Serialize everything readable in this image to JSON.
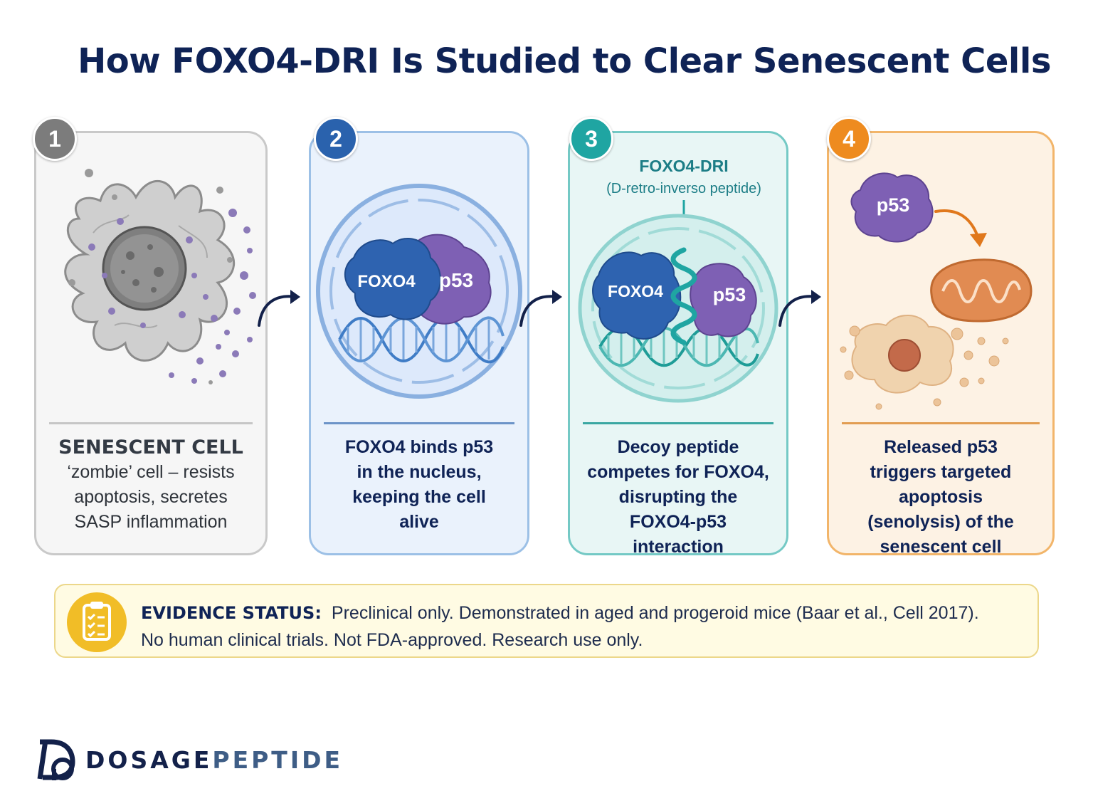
{
  "title": "How FOXO4-DRI Is Studied to Clear Senescent Cells",
  "colors": {
    "title": "#0f2356",
    "step1": "#7c7c7c",
    "step2": "#2a62ad",
    "step3": "#1fa5a2",
    "step4": "#ee8b1f"
  },
  "steps": [
    {
      "number": "1",
      "heading": "SENESCENT CELL",
      "text": "‘zombie’ cell – resists apoptosis, secretes SASP inflammation"
    },
    {
      "number": "2",
      "text": "FOXO4 binds p53 in the nucleus, keeping the cell alive",
      "protein_a": "FOXO4",
      "protein_b": "p53"
    },
    {
      "number": "3",
      "drug_name": "FOXO4-DRI",
      "drug_sub": "(D-retro-inverso peptide)",
      "protein_a": "FOXO4",
      "protein_b": "p53",
      "text": "Decoy peptide competes for FOXO4, disrupting the FOXO4-p53 interaction"
    },
    {
      "number": "4",
      "protein": "p53",
      "text": "Released p53 triggers targeted apoptosis (senolysis) of the senescent cell"
    }
  ],
  "evidence": {
    "label": "EVIDENCE STATUS:",
    "line1": "Preclinical only. Demonstrated in aged and progeroid mice (Baar et al., Cell 2017).",
    "line2": "No human clinical trials. Not FDA-approved. Research use only."
  },
  "brand": {
    "part1": "DOSAGE",
    "part2": "PEPTIDE"
  }
}
